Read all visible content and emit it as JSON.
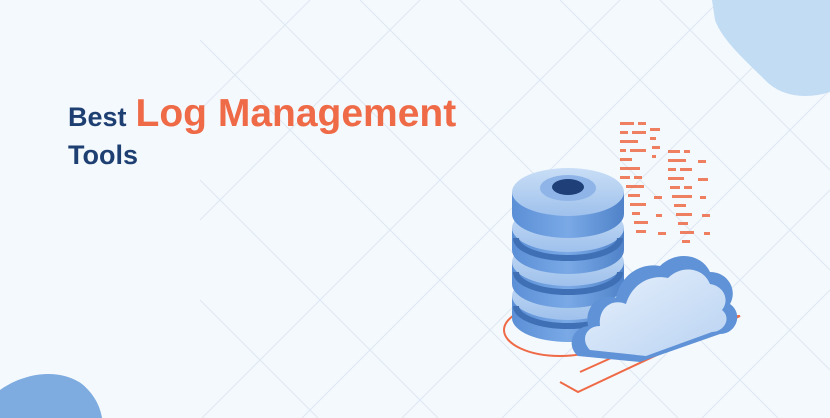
{
  "headline": {
    "prefix": "Best",
    "accent": "Log Management",
    "suffix": "Tools"
  },
  "colors": {
    "background": "#f4f9fd",
    "heading": "#1e3f72",
    "accent": "#ef6a46",
    "blob": "#b9d7f3",
    "grid": "#dde8f2"
  },
  "icons": {
    "database": "database-icon",
    "cloud": "cloud-icon",
    "log_lines": "log-lines-icon"
  }
}
